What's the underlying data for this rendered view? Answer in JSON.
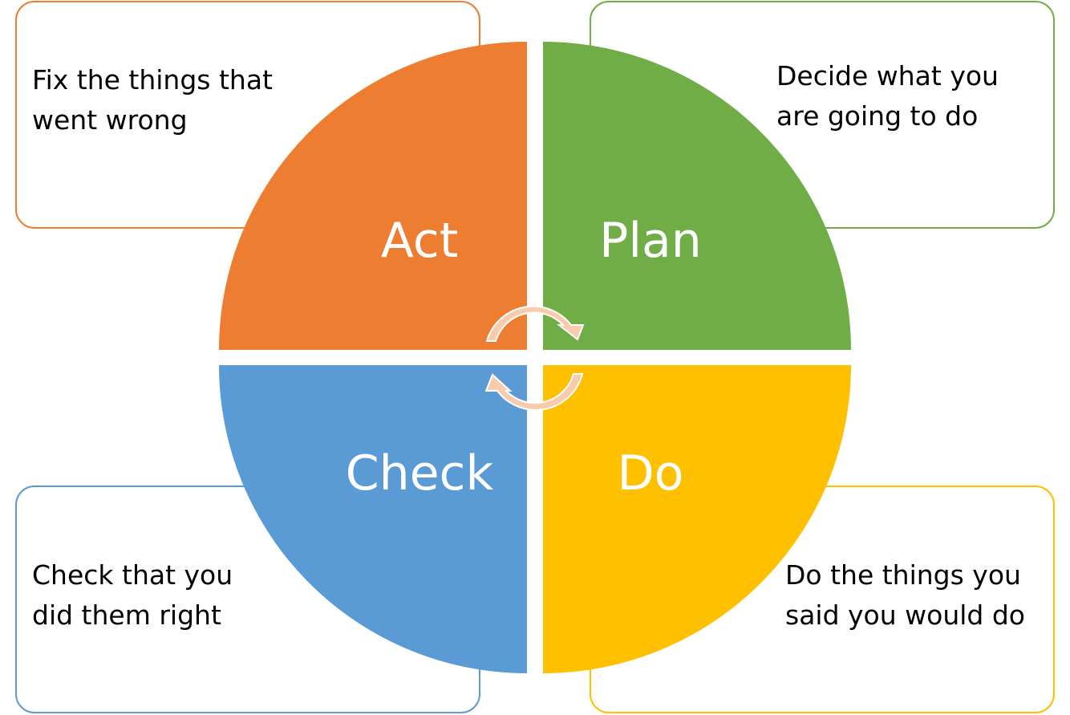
{
  "quadrants": {
    "act": {
      "label": "Act",
      "color": "#ED7D31",
      "note": "Fix the things that\nwent wrong"
    },
    "plan": {
      "label": "Plan",
      "color": "#70AD47",
      "note": "Decide what you\nare going to do"
    },
    "check": {
      "label": "Check",
      "color": "#5B9BD5",
      "note": "Check that you\ndid them right"
    },
    "do": {
      "label": "Do",
      "color": "#FFC000",
      "note": "Do the things you\nsaid you would do"
    }
  },
  "cycle_arrow_color": "#F8CBAD"
}
